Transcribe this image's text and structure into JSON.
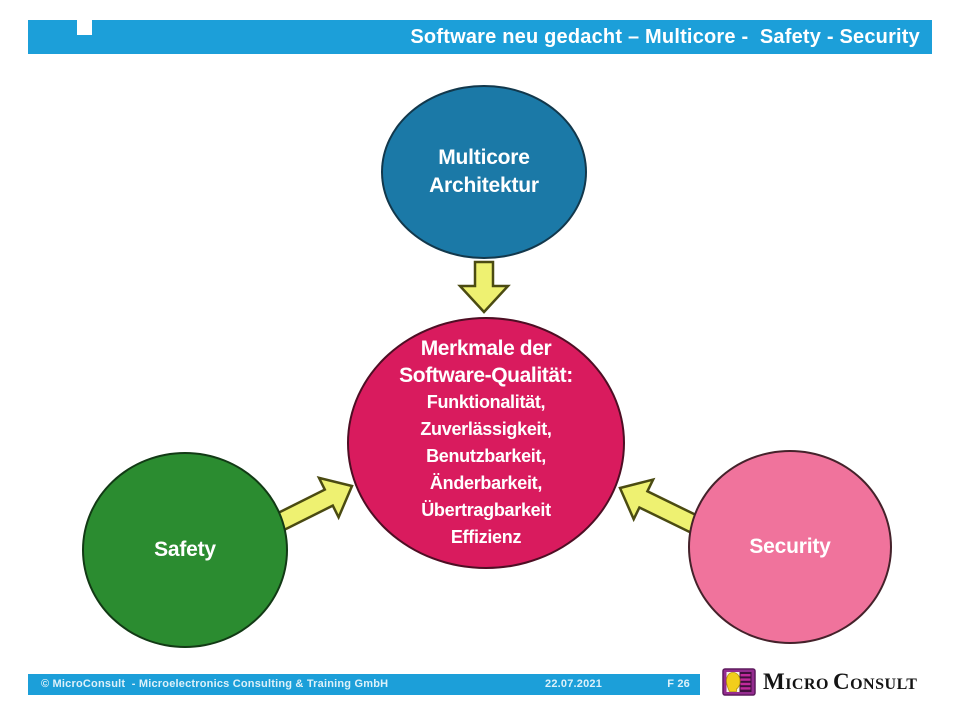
{
  "slide": {
    "title": "Software neu gedacht – Multicore -  Safety - Security"
  },
  "diagram": {
    "top_circle": {
      "line1": "Multicore",
      "line2": "Architektur",
      "color": "#1B79A7"
    },
    "center_circle": {
      "heading_line1": "Merkmale der",
      "heading_line2": "Software-Qualität:",
      "items": [
        "Funktionalität,",
        "Zuverlässigkeit,",
        "Benutzbarkeit,",
        "Änderbarkeit,",
        "Übertragbarkeit",
        "Effizienz"
      ],
      "color": "#D91B5E"
    },
    "left_circle": {
      "label": "Safety",
      "color": "#2B8C30"
    },
    "right_circle": {
      "label": "Security",
      "color": "#F0739C"
    },
    "arrow_color": "#EEF171"
  },
  "footer": {
    "copyright": "© MicroConsult  - Microelectronics Consulting & Training GmbH",
    "date": "22.07.2021",
    "page": "F 26"
  },
  "logo": {
    "word1": "Micro",
    "word2": "Consult"
  }
}
